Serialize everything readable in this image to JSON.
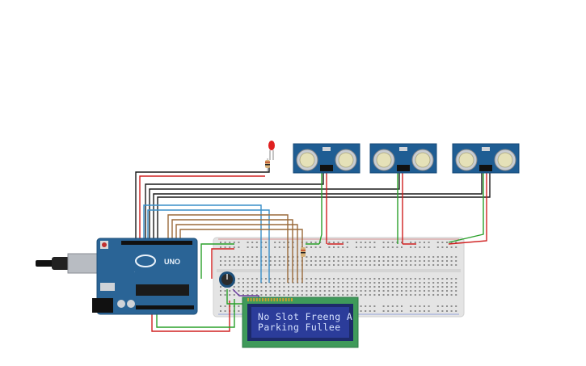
{
  "lcd": {
    "line1": "No Slot Freeng A",
    "line2": "Parking Fullee"
  },
  "board": {
    "label": "UNO"
  },
  "colors": {
    "board": "#2a6496",
    "lcd_pcb": "#3f9a5a",
    "lcd_screen": "#2b3c9a",
    "sensor_pcb": "#1f5d93",
    "breadboard": "#e4e4e4",
    "wire_red": "#d02020",
    "wire_green": "#2aa02a",
    "wire_black": "#1a1a1a",
    "wire_blue": "#3a8fc8",
    "wire_brown": "#9a6a3a",
    "led": "#e02020"
  }
}
